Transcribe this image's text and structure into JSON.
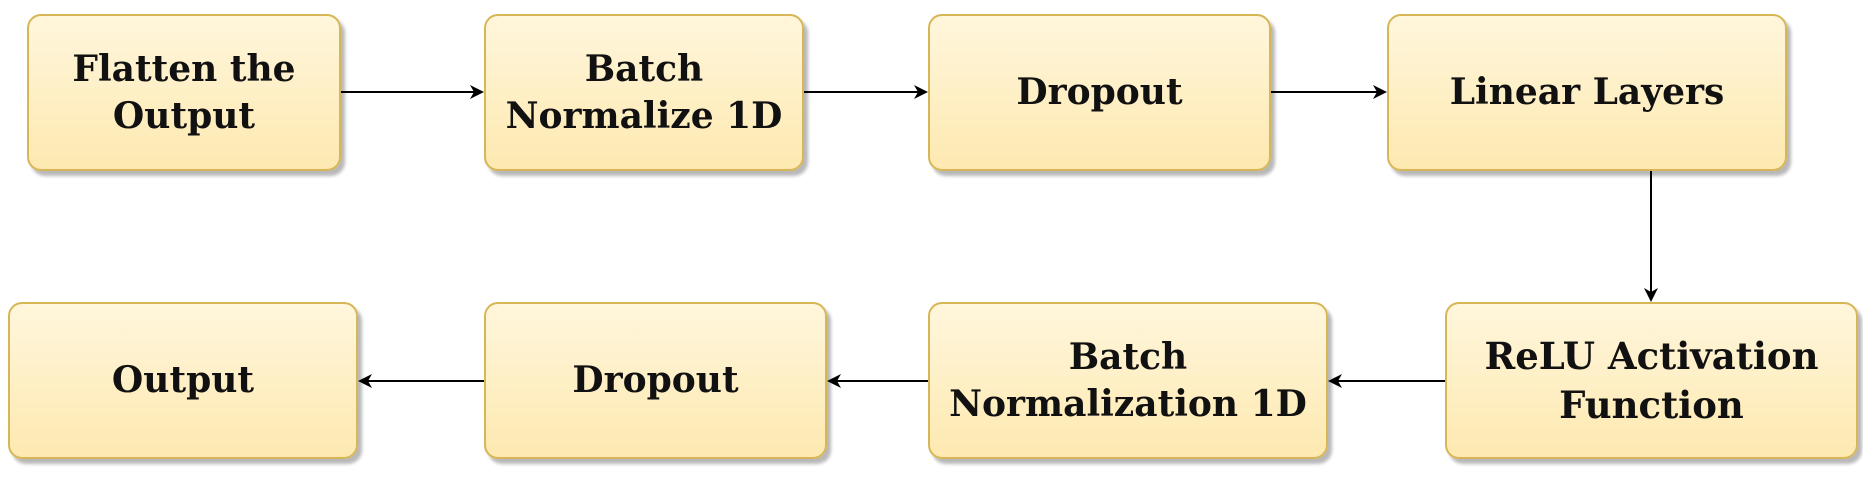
{
  "diagram": {
    "nodes": [
      {
        "id": "n1",
        "label": "Flatten the\nOutput"
      },
      {
        "id": "n2",
        "label": "Batch\nNormalize 1D"
      },
      {
        "id": "n3",
        "label": "Dropout"
      },
      {
        "id": "n4",
        "label": "Linear Layers"
      },
      {
        "id": "n5",
        "label": "ReLU Activation\nFunction"
      },
      {
        "id": "n6",
        "label": "Batch\nNormalization 1D"
      },
      {
        "id": "n7",
        "label": "Dropout"
      },
      {
        "id": "n8",
        "label": "Output"
      }
    ],
    "edges": [
      {
        "from": "n1",
        "to": "n2"
      },
      {
        "from": "n2",
        "to": "n3"
      },
      {
        "from": "n3",
        "to": "n4"
      },
      {
        "from": "n4",
        "to": "n5"
      },
      {
        "from": "n5",
        "to": "n6"
      },
      {
        "from": "n6",
        "to": "n7"
      },
      {
        "from": "n7",
        "to": "n8"
      }
    ],
    "colors": {
      "node_fill_top": "#fff6dc",
      "node_fill_bottom": "#fde9b0",
      "node_border": "#d6b656",
      "edge": "#000000"
    }
  }
}
